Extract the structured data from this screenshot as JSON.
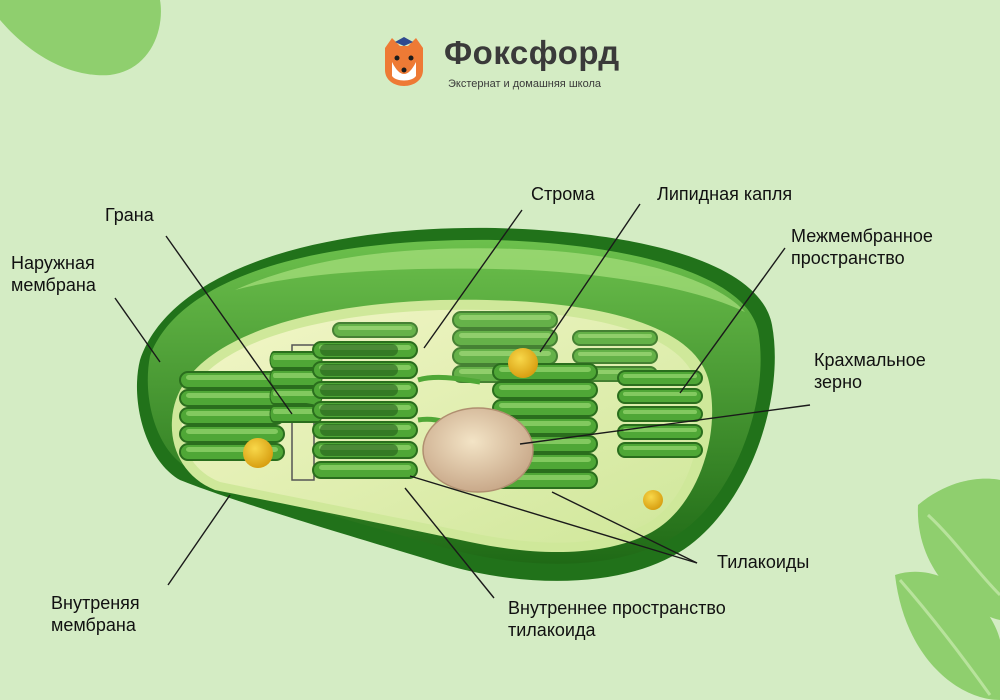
{
  "brand": {
    "name": "Фоксфорд",
    "tagline": "Экстернат и домашняя школа"
  },
  "labels": {
    "grana": "Грана",
    "outer_membrane_1": "Наружная",
    "outer_membrane_2": "мембрана",
    "stroma": "Строма",
    "lipid_droplet": "Липидная капля",
    "intermembrane_1": "Межмембранное",
    "intermembrane_2": "пространство",
    "starch_1": "Крахмальное",
    "starch_2": "зерно",
    "thylakoids": "Тилакоиды",
    "inner_membrane_1": "Внутреняя",
    "inner_membrane_2": "мембрана",
    "thylakoid_space_1": "Внутреннее пространство",
    "thylakoid_space_2": "тилакоида"
  },
  "colors": {
    "background": "#d4ecc4",
    "outer_shell": "#3f9e2e",
    "inner_stroma": "#e6f1b4",
    "thylakoid": "#58b23e",
    "starch": "#dcc0a2",
    "lipid": "#e8b81c",
    "fox": "#ee7a35"
  },
  "icons": {
    "logo": "fox-logo-icon",
    "leaves": "leaf-decoration-icon"
  }
}
